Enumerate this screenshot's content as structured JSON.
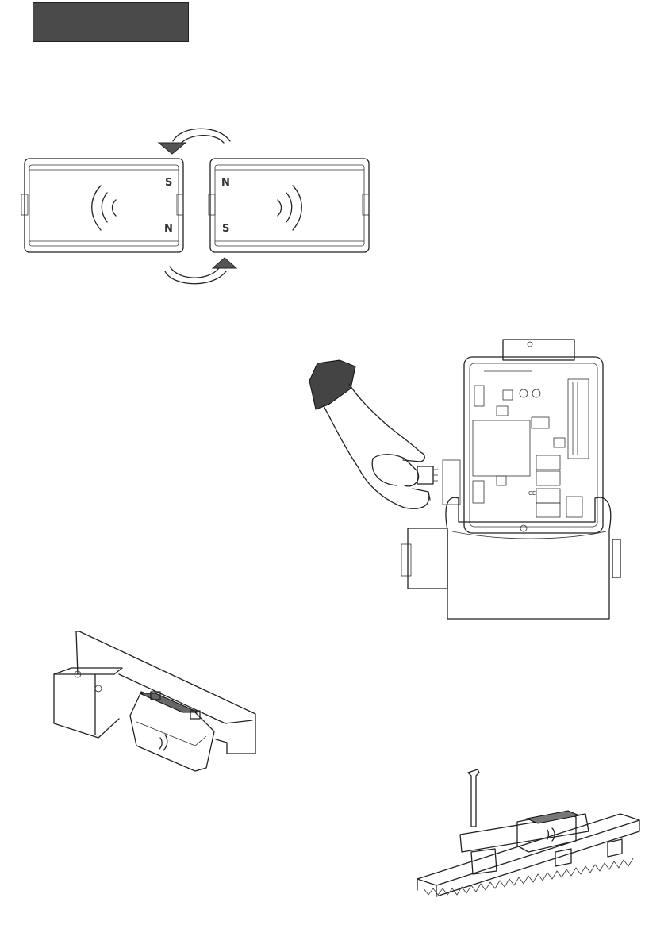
{
  "header": {
    "box": ""
  },
  "magnets": {
    "left": {
      "pole_top": "S",
      "pole_bottom": "N"
    },
    "right": {
      "pole_top": "N",
      "pole_bottom": "S"
    }
  },
  "control_unit": {
    "ce_mark": "CE"
  }
}
